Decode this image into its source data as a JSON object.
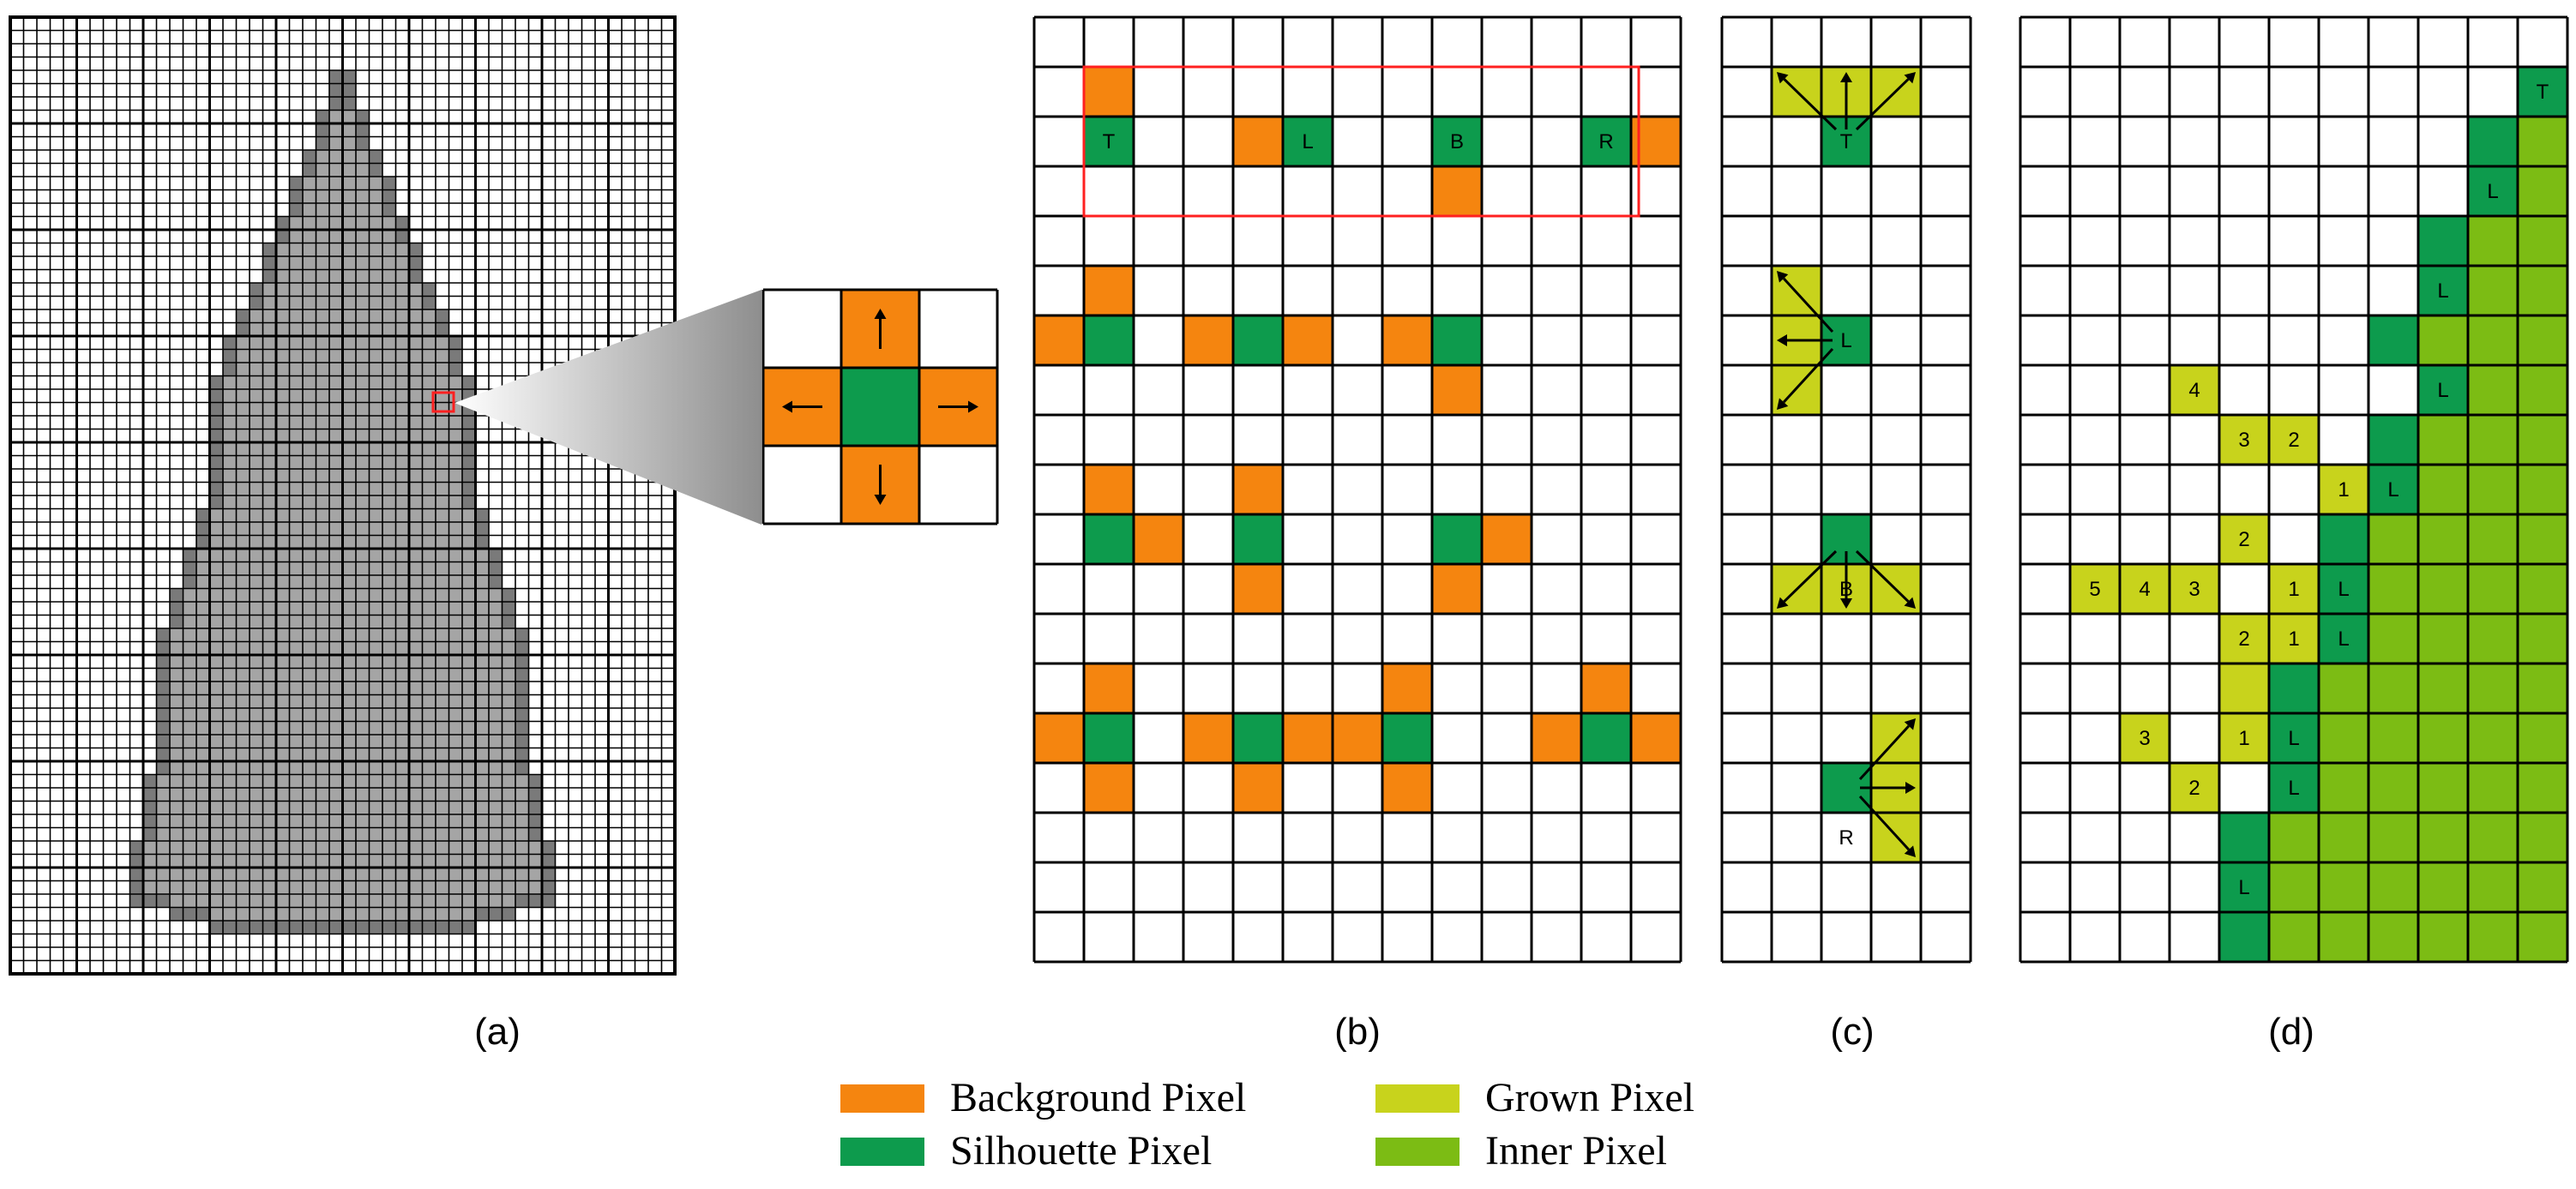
{
  "captions": [
    "(a)",
    "(b)",
    "(c)",
    "(d)"
  ],
  "legend": [
    {
      "label": "Background Pixel",
      "color": "#f5850f"
    },
    {
      "label": "Silhouette Pixel",
      "color": "#0d9b4d"
    },
    {
      "label": "Grown Pixel",
      "color": "#c8d31c"
    },
    {
      "label": "Inner Pixel",
      "color": "#7cbc14"
    }
  ],
  "colors": {
    "background": "#f5850f",
    "silhouette": "#0d9b4d",
    "grown": "#c8d31c",
    "inner": "#7cbc14",
    "shape_fill": "#a5a5a5",
    "shape_border": "#7a7a7a",
    "highlight": "#ff2020"
  },
  "icons": {
    "zoom_callout": "magnifier-wedge",
    "direction": "arrow-icon"
  },
  "panel_b": {
    "labels": [
      {
        "r": 2,
        "c": 1,
        "text": "T"
      },
      {
        "r": 2,
        "c": 5,
        "text": "L"
      },
      {
        "r": 2,
        "c": 8,
        "text": "B"
      },
      {
        "r": 2,
        "c": 11,
        "text": "R"
      }
    ]
  },
  "panel_c": {
    "labels": [
      {
        "r": 2,
        "c": 2,
        "text": "T"
      },
      {
        "r": 6,
        "c": 2,
        "text": "L"
      },
      {
        "r": 11,
        "c": 2,
        "text": "B"
      },
      {
        "r": 16,
        "c": 2,
        "text": "R"
      }
    ]
  },
  "panel_d": {
    "labels": [
      {
        "r": 1,
        "c": 10,
        "text": "T"
      },
      {
        "r": 3,
        "c": 9,
        "text": "L"
      },
      {
        "r": 5,
        "c": 8,
        "text": "L"
      },
      {
        "r": 7,
        "c": 8,
        "text": "L"
      },
      {
        "r": 7,
        "c": 3,
        "text": "4"
      },
      {
        "r": 8,
        "c": 4,
        "text": "3"
      },
      {
        "r": 8,
        "c": 5,
        "text": "2"
      },
      {
        "r": 9,
        "c": 6,
        "text": "1"
      },
      {
        "r": 9,
        "c": 7,
        "text": "L"
      },
      {
        "r": 10,
        "c": 4,
        "text": "2"
      },
      {
        "r": 11,
        "c": 1,
        "text": "5"
      },
      {
        "r": 11,
        "c": 2,
        "text": "4"
      },
      {
        "r": 11,
        "c": 3,
        "text": "3"
      },
      {
        "r": 11,
        "c": 5,
        "text": "1"
      },
      {
        "r": 11,
        "c": 6,
        "text": "L"
      },
      {
        "r": 12,
        "c": 4,
        "text": "2"
      },
      {
        "r": 12,
        "c": 5,
        "text": "1"
      },
      {
        "r": 12,
        "c": 6,
        "text": "L"
      },
      {
        "r": 14,
        "c": 2,
        "text": "3"
      },
      {
        "r": 14,
        "c": 4,
        "text": "1"
      },
      {
        "r": 14,
        "c": 5,
        "text": "L"
      },
      {
        "r": 15,
        "c": 3,
        "text": "2"
      },
      {
        "r": 15,
        "c": 5,
        "text": "L"
      },
      {
        "r": 17,
        "c": 4,
        "text": "L"
      }
    ]
  }
}
